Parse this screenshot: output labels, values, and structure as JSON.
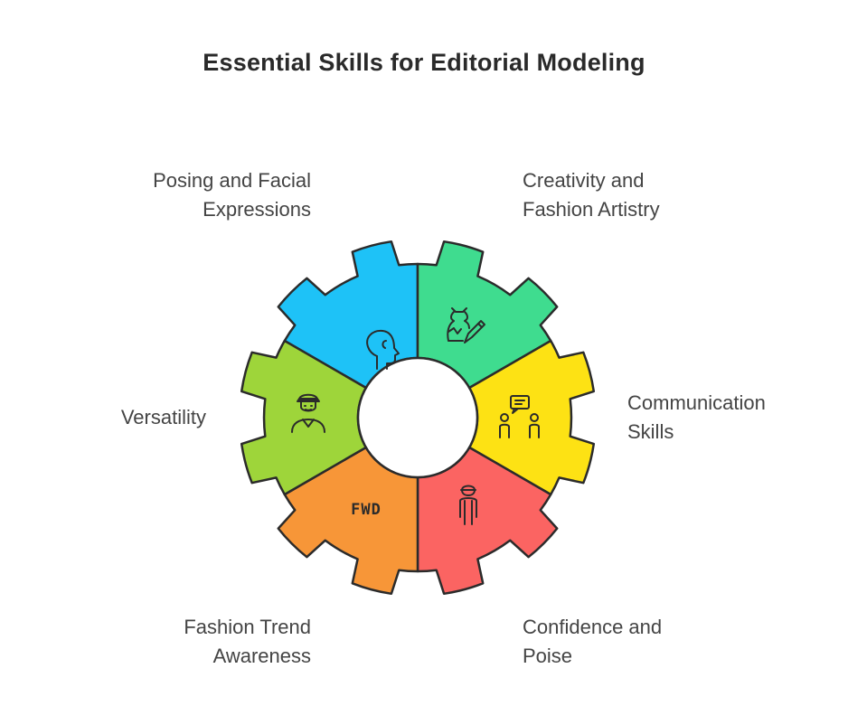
{
  "title": "Essential Skills for Editorial Modeling",
  "segments": [
    {
      "id": "posing",
      "lines": [
        "Posing and Facial",
        "Expressions"
      ],
      "color": "#1ec2f7",
      "icon": "head-profile-icon"
    },
    {
      "id": "creativity",
      "lines": [
        "Creativity and",
        "Fashion Artistry"
      ],
      "color": "#3fdc8f",
      "icon": "dress-pencil-icon"
    },
    {
      "id": "communication",
      "lines": [
        "Communication",
        "Skills"
      ],
      "color": "#fde214",
      "icon": "people-talking-icon"
    },
    {
      "id": "confidence",
      "lines": [
        "Confidence and",
        "Poise"
      ],
      "color": "#fb6462",
      "icon": "standing-person-icon"
    },
    {
      "id": "fashion-trend",
      "lines": [
        "Fashion Trend",
        "Awareness"
      ],
      "color": "#f79638",
      "icon": "fwd-text-icon",
      "icon_text": "FWD"
    },
    {
      "id": "versatility",
      "lines": [
        "Versatility"
      ],
      "color": "#9ed53a",
      "icon": "person-cap-icon"
    }
  ]
}
